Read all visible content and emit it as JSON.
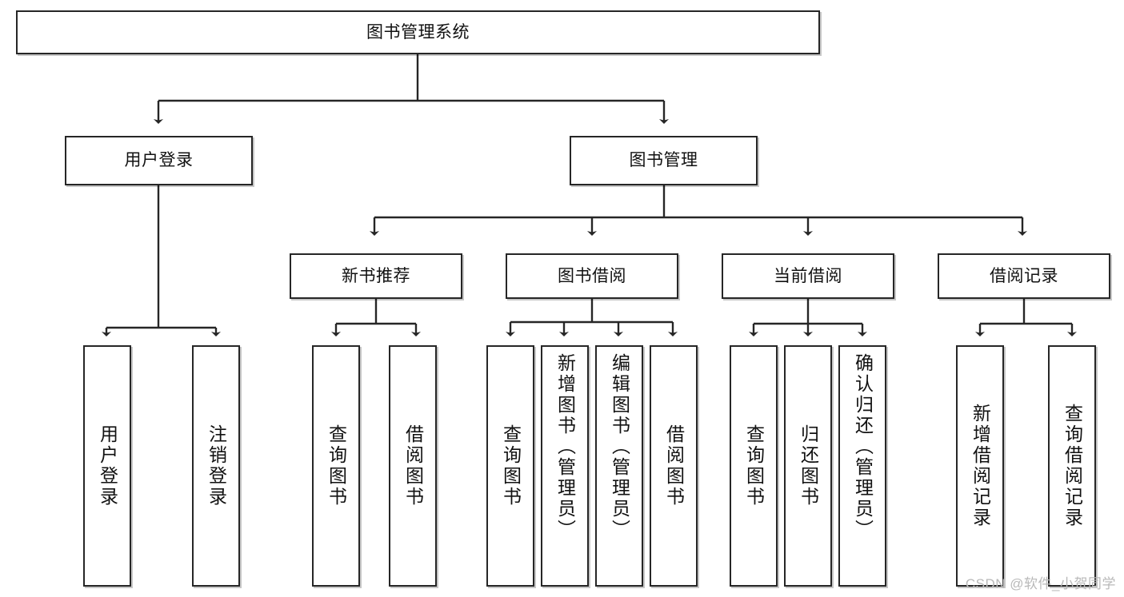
{
  "diagram": {
    "title": "图书管理系统",
    "type": "hierarchy-tree",
    "root": {
      "label": "图书管理系统"
    },
    "level2": [
      {
        "label": "用户登录"
      },
      {
        "label": "图书管理"
      }
    ],
    "level3": [
      {
        "label": "新书推荐"
      },
      {
        "label": "图书借阅"
      },
      {
        "label": "当前借阅"
      },
      {
        "label": "借阅记录"
      }
    ],
    "leaves": {
      "user_login": [
        {
          "label": "用户登录"
        },
        {
          "label": "注销登录"
        }
      ],
      "new_book_recommend": [
        {
          "label": "查询图书"
        },
        {
          "label": "借阅图书"
        }
      ],
      "book_borrow": [
        {
          "label": "查询图书"
        },
        {
          "label": "新增图书（管理员）"
        },
        {
          "label": "编辑图书（管理员）"
        },
        {
          "label": "借阅图书"
        }
      ],
      "current_borrow": [
        {
          "label": "查询图书"
        },
        {
          "label": "归还图书"
        },
        {
          "label": "确认归还（管理员）"
        }
      ],
      "borrow_record": [
        {
          "label": "新增借阅记录"
        },
        {
          "label": "查询借阅记录"
        }
      ]
    }
  },
  "watermark": {
    "text": "CSDN @软件_小贺同学"
  },
  "colors": {
    "stroke": "#262626",
    "text": "#111111",
    "background": "#ffffff",
    "watermark": "#b9b9b9"
  }
}
